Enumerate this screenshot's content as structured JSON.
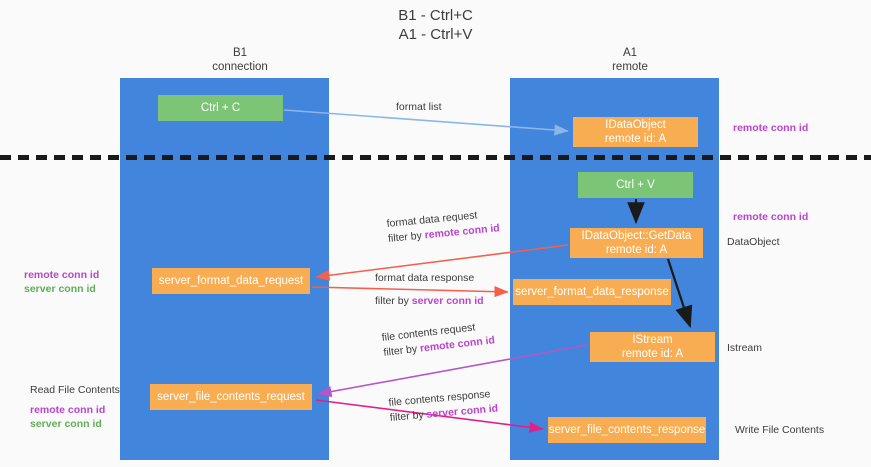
{
  "title": {
    "line1": "B1 - Ctrl+C",
    "line2": "A1 - Ctrl+V"
  },
  "columns": [
    {
      "id": "b1",
      "name": "B1",
      "subtitle": "connection"
    },
    {
      "id": "a1",
      "name": "A1",
      "subtitle": "remote"
    }
  ],
  "nodes": {
    "ctrl_c": {
      "label": "Ctrl + C",
      "sub": "",
      "color": "#7cc576"
    },
    "idataobject": {
      "label": "IDataObject",
      "sub": "remote id: A",
      "color": "#f9ad53"
    },
    "ctrl_v": {
      "label": "Ctrl + V",
      "sub": "",
      "color": "#7cc576"
    },
    "getdata": {
      "label": "IDataObject::GetData",
      "sub": "remote id: A",
      "color": "#f9ad53"
    },
    "server_format_data_request": {
      "label": "server_format_data_request",
      "sub": "",
      "color": "#f9ad53"
    },
    "server_format_data_response": {
      "label": "server_format_data_response",
      "sub": "",
      "color": "#f9ad53"
    },
    "istream": {
      "label": "IStream",
      "sub": "remote id: A",
      "color": "#f9ad53"
    },
    "server_file_contents_request": {
      "label": "server_file_contents_request",
      "sub": "",
      "color": "#f9ad53"
    },
    "server_file_contents_response": {
      "label": "server_file_contents_response",
      "sub": "",
      "color": "#f9ad53"
    }
  },
  "edge_labels": {
    "format_list": {
      "line1": "format list",
      "line2_prefix": "",
      "line2_key": ""
    },
    "format_data_req": {
      "line1": "format data request",
      "line2_prefix": "filter by ",
      "line2_key": "remote conn id"
    },
    "format_data_resp": {
      "line1": "format data response",
      "line2_prefix": "filter by ",
      "line2_key": "server conn id"
    },
    "file_contents_req": {
      "line1": "file contents request",
      "line2_prefix": "filter by ",
      "line2_key": "remote conn id"
    },
    "file_contents_resp": {
      "line1": "file contents response",
      "line2_prefix": "filter by ",
      "line2_key": "server conn id"
    }
  },
  "annotations": {
    "right_remote_conn_id_top": "remote conn id",
    "right_remote_conn_id_mid": "remote conn id",
    "right_dataobject": "DataObject",
    "right_istream": "Istream",
    "right_write_file_contents": "Write File Contents",
    "left_read_file_contents": "Read File Contents",
    "remote_conn_id": "remote conn id",
    "server_conn_id": "server conn id"
  },
  "colors": {
    "lane": "#4285dd",
    "green_node": "#7cc576",
    "orange_node": "#f9ad53",
    "purple_text": "#bb44cc",
    "green_text": "#5fae57",
    "arrow_blue": "#8ab6e8",
    "arrow_red": "#f4604c",
    "arrow_purple": "#b455c8",
    "arrow_magenta": "#e0218a",
    "arrow_black": "#1a1a1a",
    "divider": "#1a1a1a",
    "background": "#fafafa"
  }
}
